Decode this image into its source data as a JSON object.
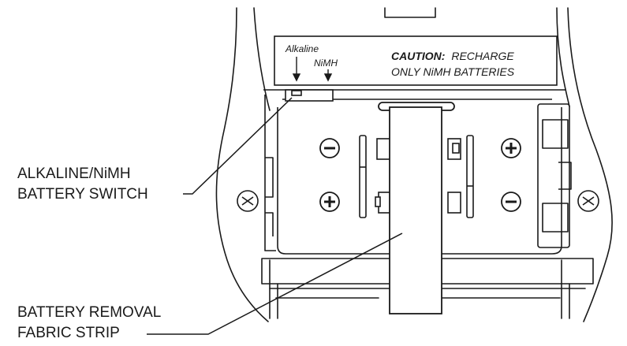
{
  "label_card": {
    "alkaline": "Alkaline",
    "nimh": "NiMH",
    "caution_bold": "CAUTION:",
    "caution_line1_rest": "RECHARGE",
    "caution_line2": "ONLY NiMH BATTERIES"
  },
  "callouts": {
    "switch_line1": "ALKALINE/NiMH",
    "switch_line2": "BATTERY SWITCH",
    "strip_line1": "BATTERY REMOVAL",
    "strip_line2": "FABRIC STRIP"
  },
  "terminals": {
    "top_left": "minus",
    "bottom_left": "plus",
    "top_right": "plus",
    "bottom_right": "minus"
  }
}
